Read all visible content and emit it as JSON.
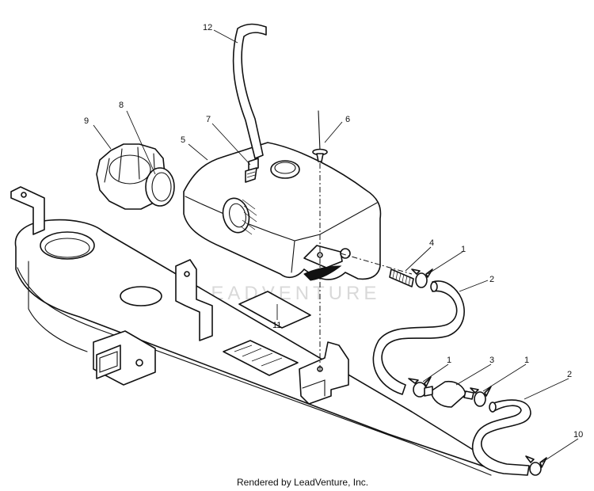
{
  "watermark": {
    "text": "LEADVENTURE"
  },
  "footer": {
    "text": "Rendered by LeadVenture, Inc."
  },
  "callouts": [
    {
      "id": "12",
      "label": "12"
    },
    {
      "id": "9",
      "label": "9"
    },
    {
      "id": "8",
      "label": "8"
    },
    {
      "id": "7",
      "label": "7"
    },
    {
      "id": "5",
      "label": "5"
    },
    {
      "id": "6",
      "label": "6"
    },
    {
      "id": "11",
      "label": "11"
    },
    {
      "id": "4",
      "label": "4"
    },
    {
      "id": "1a",
      "label": "1"
    },
    {
      "id": "2a",
      "label": "2"
    },
    {
      "id": "1b",
      "label": "1"
    },
    {
      "id": "3",
      "label": "3"
    },
    {
      "id": "1c",
      "label": "1"
    },
    {
      "id": "2b",
      "label": "2"
    },
    {
      "id": "10",
      "label": "10"
    }
  ]
}
